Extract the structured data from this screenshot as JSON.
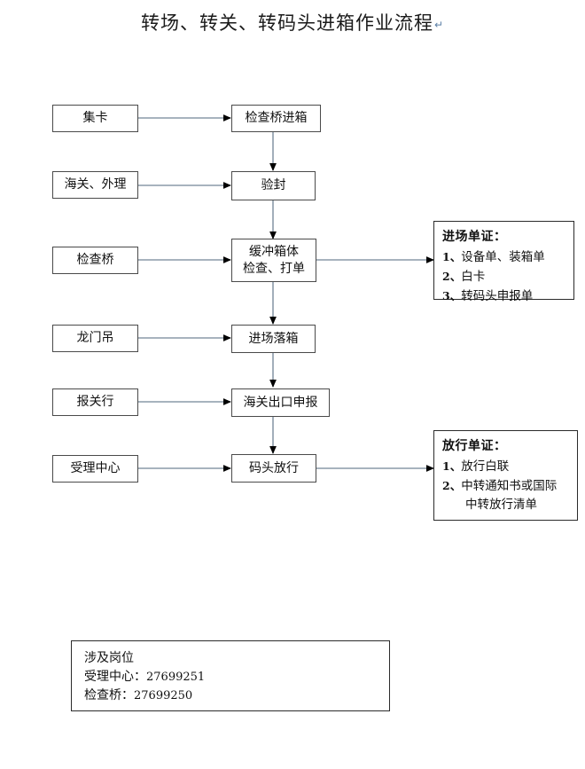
{
  "document": {
    "title": "转场、转关、转码头进箱作业流程",
    "pilcrow": "↵"
  },
  "colors": {
    "box_border": "#4a4a4a",
    "panel_border": "#2b2b2b",
    "connector_line": "#8a9aa8",
    "arrow_head": "#000000",
    "background": "#ffffff",
    "text": "#111111"
  },
  "flow": {
    "actors": [
      {
        "id": "actor-1",
        "label": "集卡"
      },
      {
        "id": "actor-2",
        "label": "海关、外理"
      },
      {
        "id": "actor-3",
        "label": "检查桥"
      },
      {
        "id": "actor-4",
        "label": "龙门吊"
      },
      {
        "id": "actor-5",
        "label": "报关行"
      },
      {
        "id": "actor-6",
        "label": "受理中心"
      }
    ],
    "steps": [
      {
        "id": "step-1",
        "line1": "检查桥进箱",
        "line2": ""
      },
      {
        "id": "step-2",
        "line1": "验封",
        "line2": ""
      },
      {
        "id": "step-3",
        "line1": "缓冲箱体",
        "line2": "检查、打单"
      },
      {
        "id": "step-4",
        "line1": "进场落箱",
        "line2": ""
      },
      {
        "id": "step-5",
        "line1": "海关出口申报",
        "line2": ""
      },
      {
        "id": "step-6",
        "line1": "码头放行",
        "line2": ""
      }
    ]
  },
  "panels": [
    {
      "id": "panel-entry-documents",
      "title": "进场单证：",
      "items": [
        {
          "num": "1、",
          "text": "设备单、装箱单",
          "cont": ""
        },
        {
          "num": "2、",
          "text": "白卡",
          "cont": ""
        },
        {
          "num": "3、",
          "text": "转码头申报单",
          "cont": ""
        }
      ]
    },
    {
      "id": "panel-release-documents",
      "title": "放行单证：",
      "items": [
        {
          "num": "1、",
          "text": "放行白联",
          "cont": ""
        },
        {
          "num": "2、",
          "text": "中转通知书或国际",
          "cont": "中转放行清单"
        }
      ]
    }
  ],
  "contact": {
    "heading": "涉及岗位",
    "rows": [
      {
        "label": "受理中心：",
        "tel": "27699251"
      },
      {
        "label": "检查桥：",
        "tel": "27699250"
      }
    ]
  }
}
